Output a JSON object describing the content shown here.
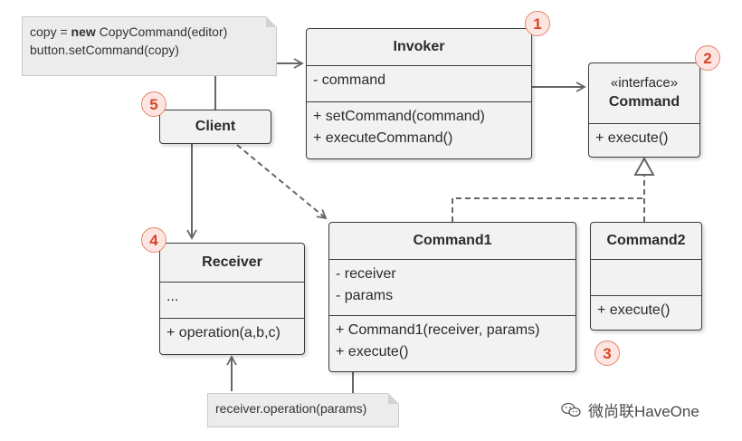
{
  "notes": {
    "top": {
      "line1_pre": "copy = ",
      "line1_kw": "new",
      "line1_post": " CopyCommand(editor)",
      "line2": "button.setCommand(copy)"
    },
    "bottom": {
      "text": "receiver.operation(params)"
    }
  },
  "classes": {
    "invoker": {
      "name": "Invoker",
      "fields": [
        "- command"
      ],
      "methods": [
        "+ setCommand(command)",
        "+ executeCommand()"
      ]
    },
    "command": {
      "stereotype": "«interface»",
      "name": "Command",
      "methods": [
        "+ execute()"
      ]
    },
    "client": {
      "name": "Client"
    },
    "receiver": {
      "name": "Receiver",
      "fields": [
        "..."
      ],
      "methods": [
        "+ operation(a,b,c)"
      ]
    },
    "command1": {
      "name": "Command1",
      "fields": [
        "- receiver",
        "- params"
      ],
      "methods": [
        "+ Command1(receiver, params)",
        "+ execute()"
      ]
    },
    "command2": {
      "name": "Command2",
      "fields": [],
      "methods": [
        "+ execute()"
      ]
    }
  },
  "badges": {
    "invoker": "1",
    "command": "2",
    "command1": "3",
    "receiver": "4",
    "client": "5"
  },
  "watermark": {
    "text": "微尚联HaveOne",
    "icon": "chat-bubble-icon"
  },
  "colors": {
    "box_fill": "#f2f2f2",
    "border": "#3d3d3d",
    "badge_fill": "#fde6e1",
    "badge_text": "#d9442b",
    "note_fill": "#ececec",
    "arrow": "#666666"
  }
}
